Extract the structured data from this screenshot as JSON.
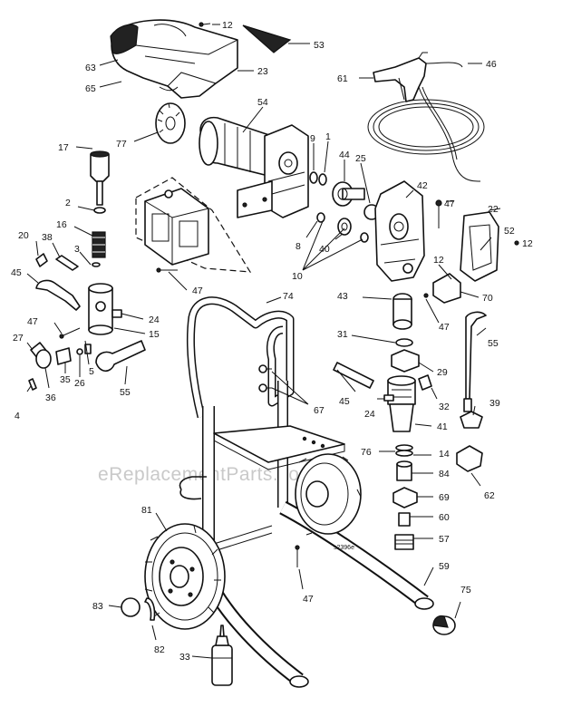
{
  "labels": {
    "p12a": "12",
    "p53": "53",
    "p63": "63",
    "p65": "65",
    "p23": "23",
    "p77": "77",
    "p54": "54",
    "p61": "61",
    "p46": "46",
    "p17": "17",
    "p9": "9",
    "p1": "1",
    "p44": "44",
    "p25": "25",
    "p2": "2",
    "p42": "42",
    "p47a": "47",
    "p22": "22",
    "p16": "16",
    "p52": "52",
    "p12b": "12",
    "p20": "20",
    "p38": "38",
    "p3": "3",
    "p8": "8",
    "p40": "40",
    "p10": "10",
    "p12c": "12",
    "p45a": "45",
    "p47b": "47",
    "p70": "70",
    "p74": "74",
    "p43": "43",
    "p24a": "24",
    "p47c": "47",
    "p15": "15",
    "p27": "27",
    "p31": "31",
    "p47d": "47",
    "p55a": "55",
    "p29": "29",
    "p5": "5",
    "p26": "26",
    "p35": "35",
    "p36": "36",
    "p55b": "55",
    "p4": "4",
    "p45b": "45",
    "p32": "32",
    "p67": "67",
    "p39": "39",
    "p24b": "24",
    "p41": "41",
    "p76": "76",
    "p14": "14",
    "p84": "84",
    "p62": "62",
    "p69": "69",
    "p81": "81",
    "p60": "60",
    "p57": "57",
    "p59": "59",
    "p47e": "47",
    "p75": "75",
    "p83": "83",
    "p82": "82",
    "p33": "33"
  },
  "drawing_code": "s2396e",
  "watermark": "eReplacementParts.com"
}
